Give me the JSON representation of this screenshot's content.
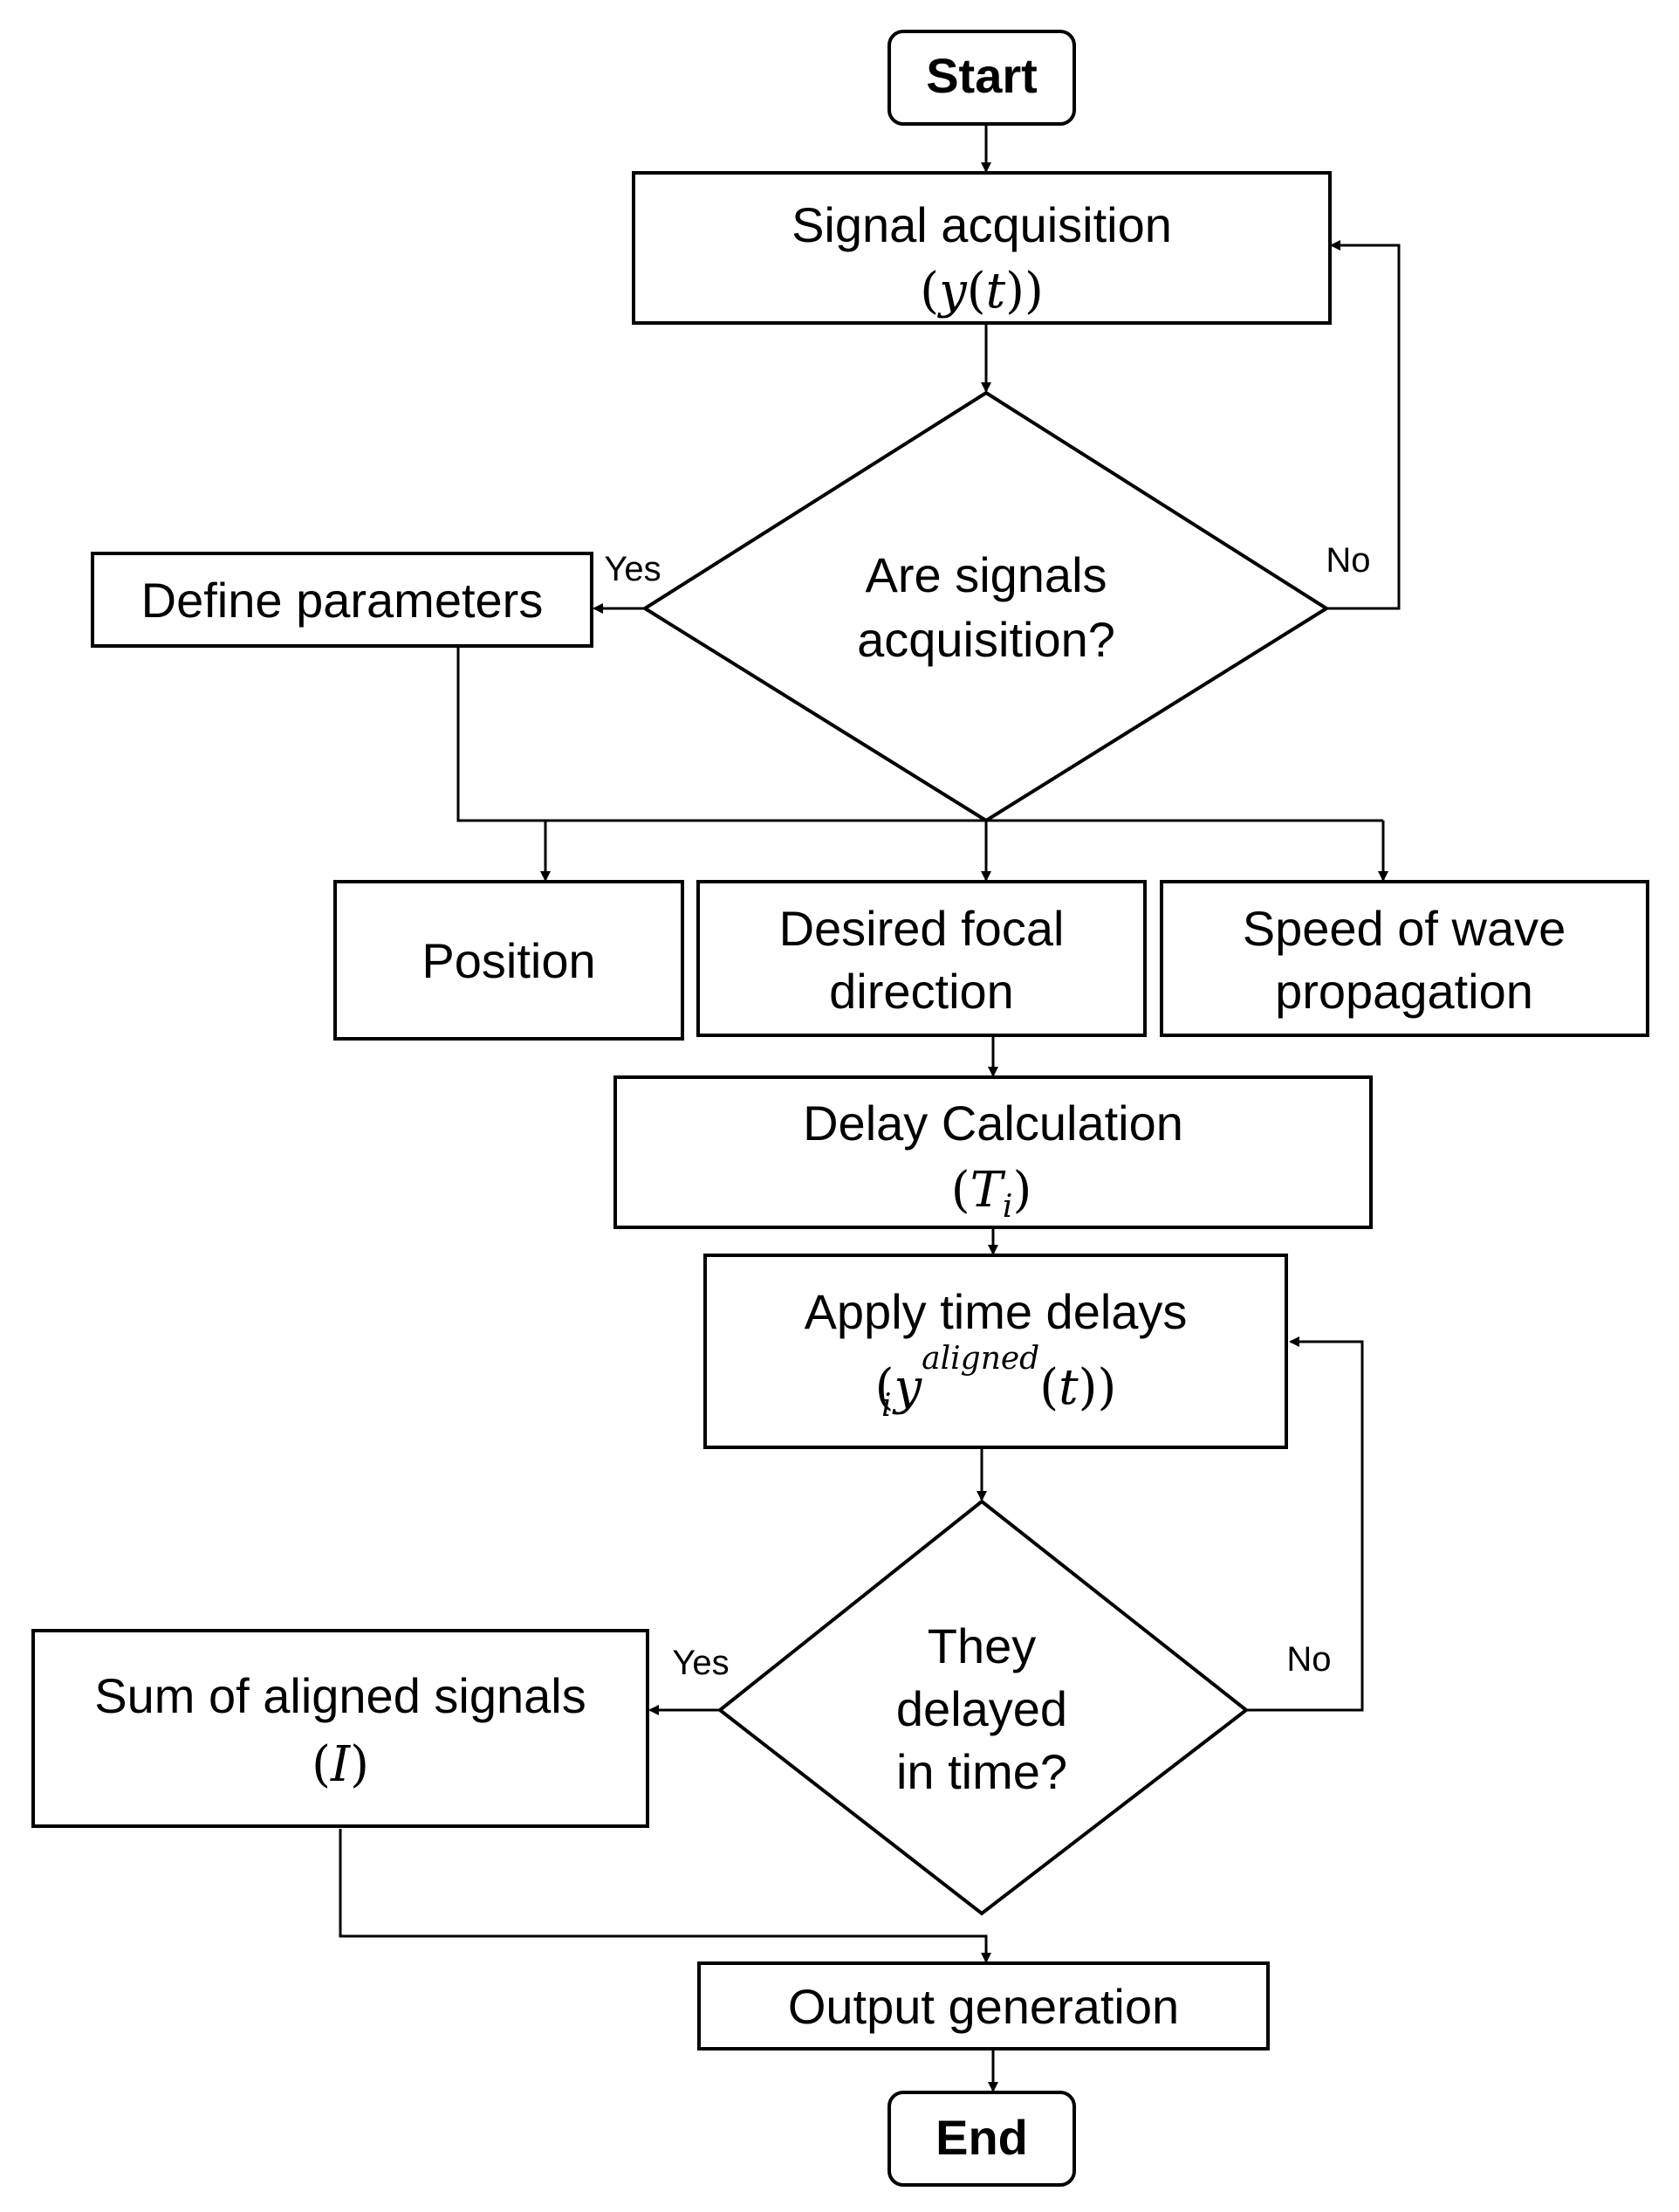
{
  "nodes": {
    "start": "Start",
    "signal_acquisition": {
      "title": "Signal acquisition",
      "math": {
        "open": "(",
        "var": "y",
        "arg_open": "(",
        "arg": "t",
        "arg_close": ")",
        "close": ")"
      }
    },
    "decision_acquired": {
      "line1": "Are signals",
      "line2": "acquisition?"
    },
    "define_parameters": "Define parameters",
    "position": "Position",
    "desired_focal_direction": {
      "line1": "Desired focal",
      "line2": "direction"
    },
    "speed_of_wave": {
      "line1": "Speed of wave",
      "line2": "propagation"
    },
    "delay_calculation": {
      "title": "Delay Calculation",
      "math": {
        "open": "(",
        "var": "T",
        "sub": "i",
        "close": ")"
      }
    },
    "apply_time_delays": {
      "title": "Apply time delays",
      "math": {
        "open": "(",
        "var": "y",
        "sub": "i",
        "sup": "aligned",
        "arg_open": "(",
        "arg": "t",
        "arg_close": ")",
        "close": ")"
      }
    },
    "decision_delayed": {
      "line1": "They",
      "line2": "delayed",
      "line3": "in time?"
    },
    "sum_aligned": {
      "title": "Sum of aligned signals",
      "math": {
        "open": "(",
        "var": "I",
        "close": ")"
      }
    },
    "output_generation": "Output generation",
    "end": "End"
  },
  "edge_labels": {
    "yes_1": "Yes",
    "no_1": "No",
    "yes_2": "Yes",
    "no_2": "No"
  },
  "colors": {
    "stroke": "#000000",
    "fill": "#ffffff",
    "text": "#000000"
  }
}
